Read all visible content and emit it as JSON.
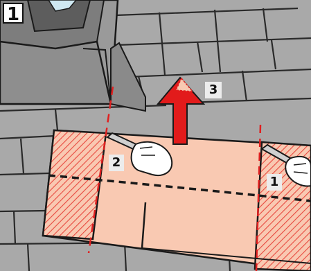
{
  "step_number": "1",
  "callouts": {
    "one": "1",
    "two": "2",
    "three": "3"
  },
  "colors": {
    "background": "#ffffff",
    "roof_tiles": "#a9a9a9",
    "shingle": "#f9c9b2",
    "hatched_edge": "#e8493f",
    "cut_line": "#e02020",
    "arrow": "#e21b1b"
  }
}
